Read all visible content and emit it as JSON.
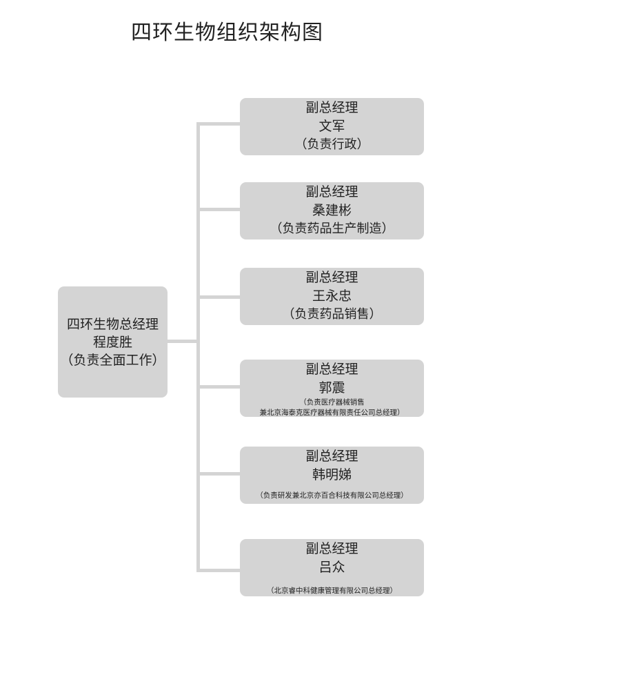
{
  "title": "四环生物组织架构图",
  "colors": {
    "box_fill": "#d4d4d4",
    "connector": "#d4d4d4",
    "text": "#222222"
  },
  "root": {
    "lines": [
      "四环生物总经理",
      "程度胜",
      "（负责全面工作）"
    ]
  },
  "children": [
    {
      "role": "副总经理",
      "name": "文军",
      "duty": [
        "（负责行政）"
      ]
    },
    {
      "role": "副总经理",
      "name": "桑建彬",
      "duty": [
        "（负责药品生产制造）"
      ]
    },
    {
      "role": "副总经理",
      "name": "王永忠",
      "duty": [
        "（负责药品销售）"
      ]
    },
    {
      "role": "副总经理",
      "name": "郭震",
      "duty": [
        "（负责医疗器械销售",
        "兼北京海泰克医疗器械有限责任公司总经理）"
      ]
    },
    {
      "role": "副总经理",
      "name": "韩明娣",
      "duty": [
        "（负责研发兼北京亦百合科技有限公司总经理）"
      ]
    },
    {
      "role": "副总经理",
      "name": "吕众",
      "duty": [
        "（北京睿中科健康管理有限公司总经理）"
      ]
    }
  ]
}
